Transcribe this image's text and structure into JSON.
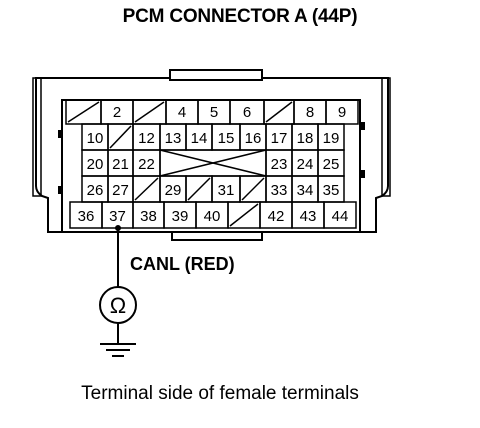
{
  "title": "PCM CONNECTOR A (44P)",
  "wire_label": "CANL (RED)",
  "caption": "Terminal side of female terminals",
  "meter_symbol": "Ω",
  "connector": {
    "row1": [
      "",
      "2",
      "",
      "4",
      "5",
      "6",
      "",
      "8",
      "9"
    ],
    "row2": [
      "10",
      "",
      "12",
      "13",
      "14",
      "15",
      "16",
      "17",
      "18",
      "19"
    ],
    "row3": [
      "20",
      "21",
      "22",
      "",
      "",
      "",
      "",
      "23",
      "24",
      "25"
    ],
    "row4": [
      "26",
      "27",
      "",
      "29",
      "",
      "31",
      "",
      "33",
      "34",
      "35"
    ],
    "row5": [
      "36",
      "37",
      "38",
      "39",
      "40",
      "",
      "42",
      "43",
      "44"
    ]
  },
  "probed_terminal": "37"
}
